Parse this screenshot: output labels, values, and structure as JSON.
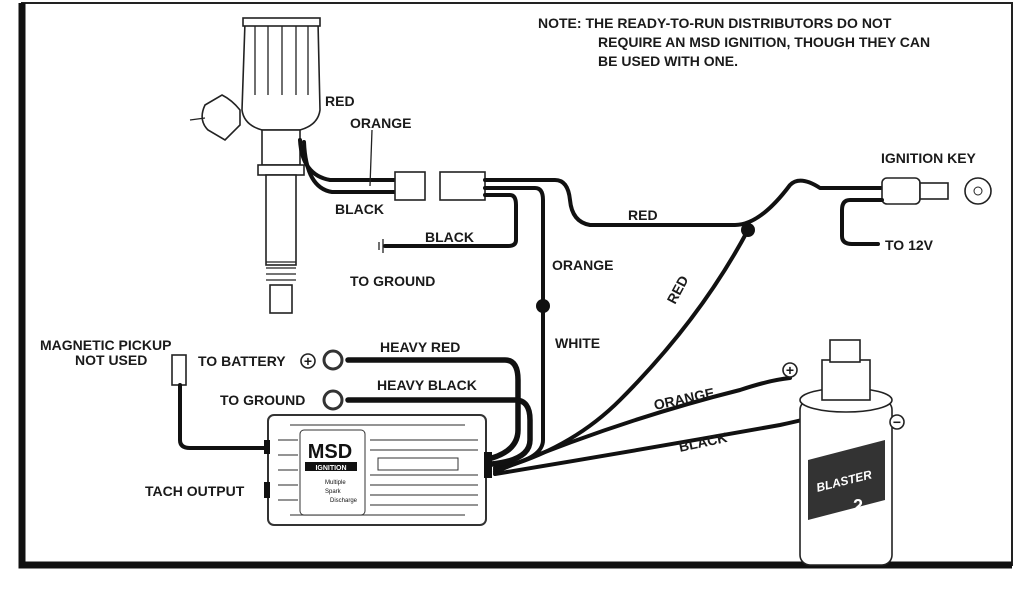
{
  "note": {
    "line1": "NOTE:  THE READY-TO-RUN DISTRIBUTORS DO NOT",
    "line2": "REQUIRE AN MSD IGNITION, THOUGH THEY CAN",
    "line3": "BE USED WITH ONE."
  },
  "labels": {
    "dist_red": "RED",
    "dist_orange": "ORANGE",
    "dist_black": "BLACK",
    "ground_black": "BLACK",
    "to_ground_top": "TO GROUND",
    "red_wire": "RED",
    "orange_wire": "ORANGE",
    "white_wire": "WHITE",
    "red_diag": "RED",
    "ignition_key": "IGNITION KEY",
    "to_12v": "TO 12V",
    "magnetic_pickup_1": "MAGNETIC PICKUP",
    "magnetic_pickup_2": "NOT USED",
    "to_battery": "TO BATTERY",
    "heavy_red": "HEAVY RED",
    "to_ground_box": "TO GROUND",
    "heavy_black": "HEAVY BLACK",
    "tach_output": "TACH OUTPUT",
    "coil_orange": "ORANGE",
    "coil_black": "BLACK"
  },
  "msd_box": {
    "brand": "MSD",
    "sub": "IGNITION",
    "desc1": "Multiple",
    "desc2": "Spark",
    "desc3": "Discharge"
  },
  "coil": {
    "brand": "BLASTER",
    "model": "2",
    "plus": "+",
    "minus": "−"
  }
}
